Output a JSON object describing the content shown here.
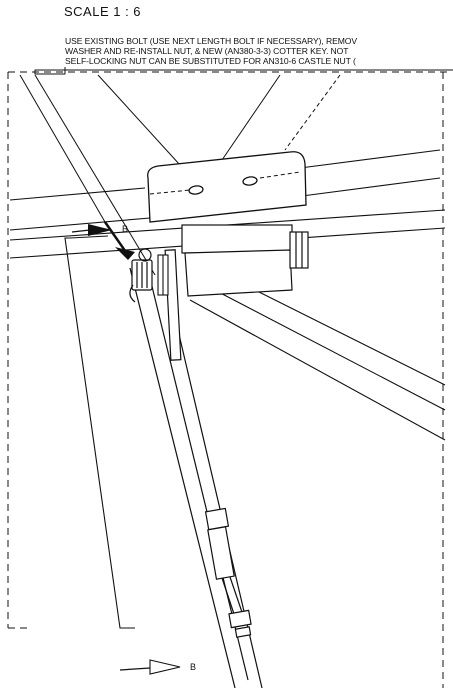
{
  "scale_label": "SCALE 1 : 6",
  "note": {
    "line1": "USE EXISTING BOLT (USE NEXT LENGTH BOLT IF NECESSARY), REMOV",
    "line2": "WASHER AND RE-INSTALL NUT, & NEW (AN380-3-3) COTTER KEY.  NOT",
    "line3": "SELF-LOCKING NUT CAN BE SUBSTITUTED FOR AN310-6 CASTLE NUT ("
  },
  "section_markers": {
    "top": "B",
    "bottom": "B"
  },
  "colors": {
    "ink": "#111111",
    "background": "#ffffff"
  }
}
